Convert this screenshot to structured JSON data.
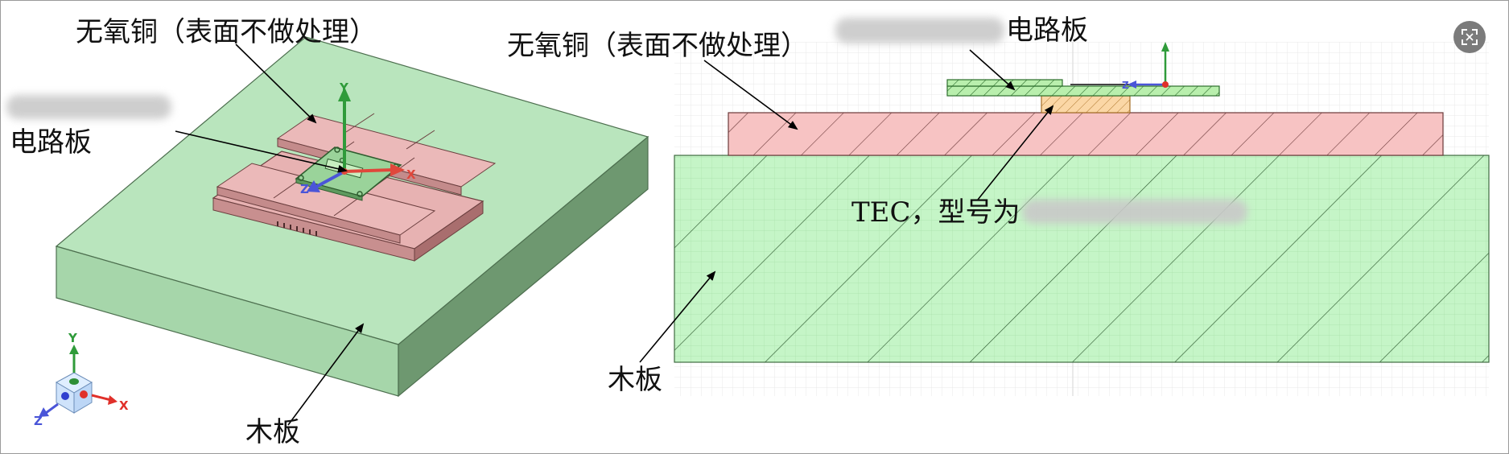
{
  "left_view": {
    "label_copper": "无氧铜（表面不做处理）",
    "label_board": "电路板",
    "label_wood": "木板",
    "axis_y": "Y",
    "axis_x": "X",
    "axis_z": "Z"
  },
  "right_view": {
    "label_copper": "无氧铜（表面不做处理）",
    "label_board_suffix": "电路板",
    "label_tec": "TEC，型号为",
    "label_wood": "木板",
    "axis_z": "Z"
  },
  "colors": {
    "wood_top": "#b9e5bd",
    "wood_front": "#a6d6aa",
    "wood_side": "#6e9870",
    "copper": "#e7b2b2",
    "copper_section": "#f7c3c3",
    "wood_section": "#c5f5c7",
    "tec": "#fbd7a6",
    "pcb": "#9fe08e"
  },
  "icons": {
    "expand": "expand-icon"
  }
}
